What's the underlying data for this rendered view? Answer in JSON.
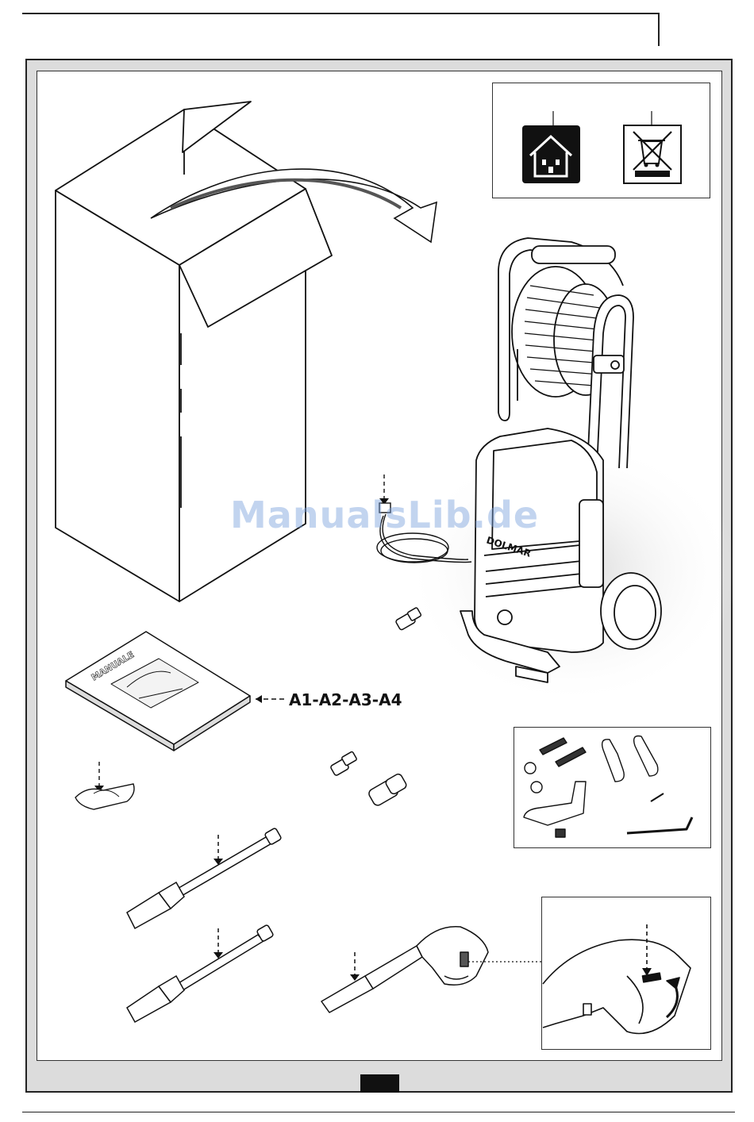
{
  "figure": {
    "manual_reference": "A1-A2-A3-A4",
    "brand_label": "DOLMAR",
    "manual_cover_label": "MANUALE"
  },
  "symbols": [
    {
      "icon": "indoor-storage-house-icon"
    },
    {
      "icon": "crossed-out-wheelie-bin-icon"
    }
  ],
  "watermark": "ManualsLib.de"
}
